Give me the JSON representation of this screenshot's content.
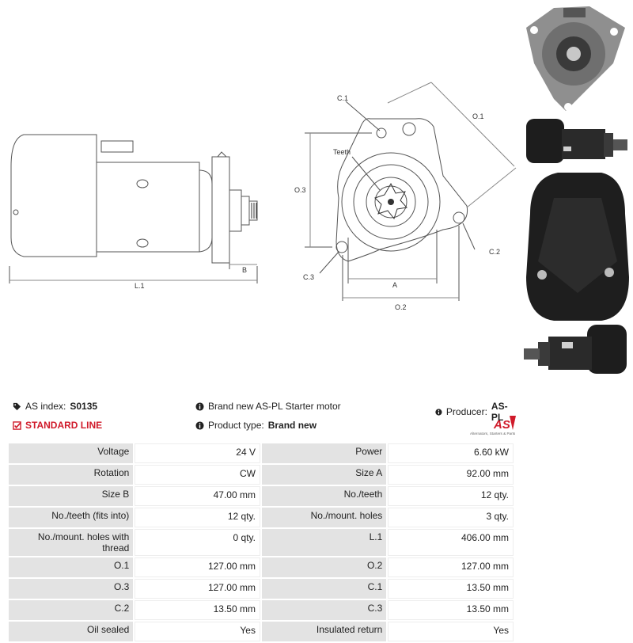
{
  "drawing": {
    "labels": {
      "l1": "L.1",
      "b": "B",
      "c1": "C.1",
      "o1": "O.1",
      "teeth": "Teeth",
      "o3": "O.3",
      "c2": "C.2",
      "c3": "C.3",
      "a": "A",
      "o2": "O.2"
    }
  },
  "info": {
    "as_index_label": "AS index:",
    "as_index_value": "S0135",
    "standard_line": "STANDARD LINE",
    "description": "Brand new AS-PL Starter motor",
    "product_type_label": "Product type:",
    "product_type_value": "Brand new",
    "producer_label": "Producer:",
    "producer_value": "AS-PL",
    "logo_text": "AS",
    "logo_tagline": "Alternators, Starters & Parts",
    "colors": {
      "accent": "#d01a2a"
    }
  },
  "specs": [
    {
      "k1": "Voltage",
      "v1": "24 V",
      "k2": "Power",
      "v2": "6.60 kW"
    },
    {
      "k1": "Rotation",
      "v1": "CW",
      "k2": "Size A",
      "v2": "92.00 mm"
    },
    {
      "k1": "Size B",
      "v1": "47.00 mm",
      "k2": "No./teeth",
      "v2": "12 qty."
    },
    {
      "k1": "No./teeth (fits into)",
      "v1": "12 qty.",
      "k2": "No./mount. holes",
      "v2": "3 qty."
    },
    {
      "k1": "No./mount. holes with thread",
      "v1": "0 qty.",
      "k2": "L.1",
      "v2": "406.00 mm"
    },
    {
      "k1": "O.1",
      "v1": "127.00 mm",
      "k2": "O.2",
      "v2": "127.00 mm"
    },
    {
      "k1": "O.3",
      "v1": "127.00 mm",
      "k2": "C.1",
      "v2": "13.50 mm"
    },
    {
      "k1": "C.2",
      "v1": "13.50 mm",
      "k2": "C.3",
      "v2": "13.50 mm"
    },
    {
      "k1": "Oil sealed",
      "v1": "Yes",
      "k2": "Insulated return",
      "v2": "Yes"
    }
  ]
}
